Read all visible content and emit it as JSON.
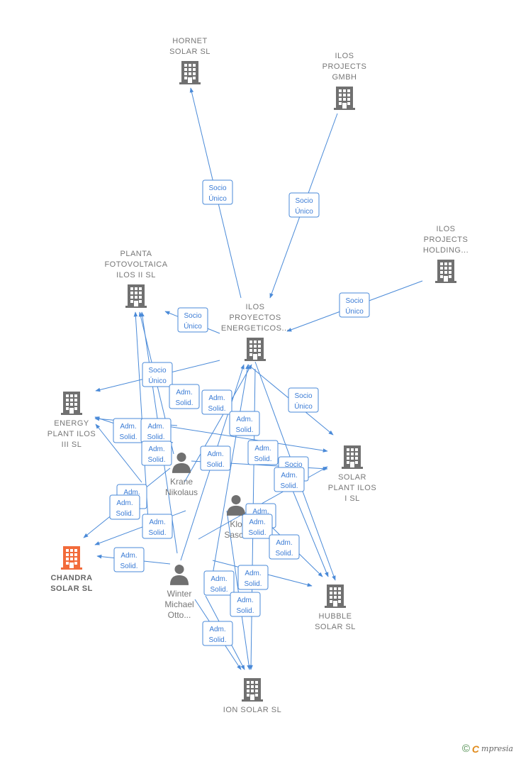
{
  "colors": {
    "edge": "#4a8ad8",
    "company": "#707070",
    "focus_company": "#f26b3a",
    "person": "#707070"
  },
  "companies": [
    {
      "id": "hornet",
      "lines": [
        "HORNET",
        "SOLAR  SL"
      ]
    },
    {
      "id": "ilos_gmbh",
      "lines": [
        "ILOS",
        "PROJECTS",
        "GMBH"
      ]
    },
    {
      "id": "ilos_holding",
      "lines": [
        "ILOS",
        "PROJECTS",
        "HOLDING..."
      ]
    },
    {
      "id": "planta",
      "lines": [
        "PLANTA",
        "FOTOVOLTAICA",
        "ILOS II  SL"
      ]
    },
    {
      "id": "ilos_proy",
      "lines": [
        "ILOS",
        "PROYECTOS",
        "ENERGETICOS..."
      ]
    },
    {
      "id": "energy",
      "lines": [
        "ENERGY",
        "PLANT ILOS",
        "III  SL"
      ]
    },
    {
      "id": "solar1",
      "lines": [
        "SOLAR",
        "PLANT ILOS",
        "I  SL"
      ]
    },
    {
      "id": "chandra",
      "lines": [
        "CHANDRA",
        "SOLAR  SL"
      ],
      "focus": true
    },
    {
      "id": "hubble",
      "lines": [
        "HUBBLE",
        "SOLAR  SL"
      ]
    },
    {
      "id": "ion",
      "lines": [
        "ION SOLAR  SL"
      ]
    }
  ],
  "persons": [
    {
      "id": "krane",
      "lines": [
        "Krane",
        "Nikolaus"
      ]
    },
    {
      "id": "klos",
      "lines": [
        "Klo",
        "Sasch"
      ]
    },
    {
      "id": "winter",
      "lines": [
        "Winter",
        "Michael",
        "Otto..."
      ]
    }
  ],
  "relations": [
    {
      "id": "r1",
      "lines": [
        "Socio",
        "Único"
      ]
    },
    {
      "id": "r2",
      "lines": [
        "Socio",
        "Único"
      ]
    },
    {
      "id": "r3",
      "lines": [
        "Socio",
        "Único"
      ]
    },
    {
      "id": "r4",
      "lines": [
        "Socio",
        "Único"
      ]
    },
    {
      "id": "r5",
      "lines": [
        "Socio",
        "Único"
      ]
    },
    {
      "id": "r6",
      "lines": [
        "Socio",
        "Único"
      ]
    },
    {
      "id": "r7",
      "lines": [
        "Socio",
        "Único"
      ]
    },
    {
      "id": "a1",
      "lines": [
        "Adm.",
        "Solid."
      ]
    },
    {
      "id": "a2",
      "lines": [
        "Adm.",
        "Solid."
      ]
    },
    {
      "id": "a3",
      "lines": [
        "Adm.",
        "Solid."
      ]
    },
    {
      "id": "a4",
      "lines": [
        "Adm.",
        "Solid."
      ]
    },
    {
      "id": "a5",
      "lines": [
        "Adm.",
        "Solid."
      ]
    },
    {
      "id": "a6",
      "lines": [
        "Adm.",
        "Solid."
      ]
    },
    {
      "id": "a7",
      "lines": [
        "Adm.",
        "Solid."
      ]
    },
    {
      "id": "a8",
      "lines": [
        "Adm.",
        "Solid."
      ]
    },
    {
      "id": "a9",
      "lines": [
        "Adm.",
        "Solid."
      ]
    },
    {
      "id": "a10",
      "lines": [
        "Adm.",
        "Solid."
      ]
    },
    {
      "id": "a11",
      "lines": [
        "Adm.",
        "Solid."
      ]
    },
    {
      "id": "a12",
      "lines": [
        "Adm.",
        "Solid."
      ]
    },
    {
      "id": "a13",
      "lines": [
        "Adm.",
        "Solid."
      ]
    },
    {
      "id": "a14",
      "lines": [
        "Adm.",
        "Solid."
      ]
    },
    {
      "id": "a15",
      "lines": [
        "Adm.",
        "Solid."
      ]
    },
    {
      "id": "a16",
      "lines": [
        "Adm.",
        "Solid."
      ]
    },
    {
      "id": "a17",
      "lines": [
        "Adm.",
        "Solid."
      ]
    },
    {
      "id": "a18",
      "lines": [
        "Adm.",
        "Solid."
      ]
    },
    {
      "id": "a19",
      "lines": [
        "Adm.",
        "Solid."
      ]
    },
    {
      "id": "a20",
      "lines": [
        "Adm.",
        "Solid."
      ]
    }
  ],
  "footer": {
    "copyright": "©",
    "brand_first": "C",
    "brand_rest": "mpresia"
  }
}
